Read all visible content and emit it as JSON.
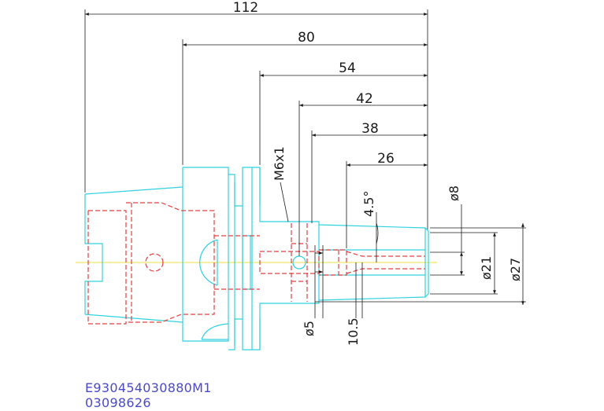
{
  "dimensions": {
    "d112": "112",
    "d80": "80",
    "d54": "54",
    "d42": "42",
    "d38": "38",
    "d26": "26",
    "thread": "M6x1",
    "angle": "4.5°",
    "dia8": "ø8",
    "dia21": "ø21",
    "dia27": "ø27",
    "dia5": "ø5",
    "d10_5": "10.5"
  },
  "codes": {
    "part_number": "E930454030880M1",
    "serial": "03098626"
  },
  "colors": {
    "outline": "#31d1e0",
    "hidden": "#e34040",
    "centerline": "#e8e040",
    "dimension": "#1a1a1a",
    "code_text": "#4a4ac8"
  }
}
